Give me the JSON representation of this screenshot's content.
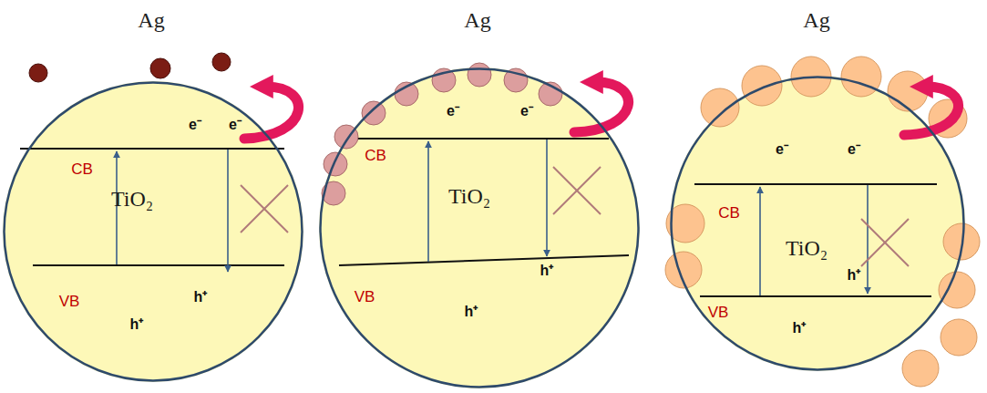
{
  "diagram": {
    "nodes": [
      {
        "text": [
          "Ag",
          "CB",
          "e⁻",
          "e⁻",
          "TiO₂",
          "VB",
          "h⁺",
          "h⁺"
        ]
      },
      {
        "text": [
          "Ag",
          "CB",
          "e⁻",
          "e⁻",
          "TiO₂",
          "VB",
          "h⁺",
          "h⁺"
        ]
      },
      {
        "text": [
          "Ag",
          "CB",
          "e⁻",
          "e⁻",
          "TiO₂",
          "VB",
          "h⁺",
          "h⁺"
        ]
      }
    ]
  }
}
